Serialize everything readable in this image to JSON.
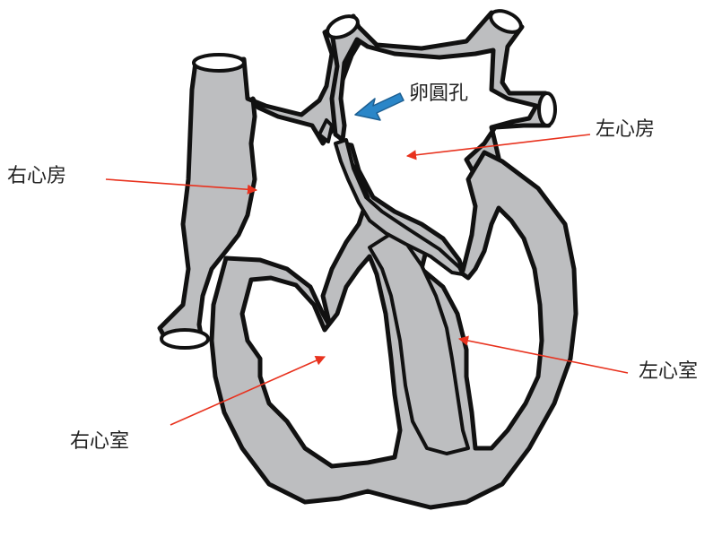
{
  "labels": {
    "right_atrium": "右心房",
    "left_atrium": "左心房",
    "foramen_ovale": "卵圓孔",
    "right_ventricle": "右心室",
    "left_ventricle": "左心室"
  },
  "colors": {
    "background": "#ffffff",
    "wall_gray": "#bdbec0",
    "outline": "#111111",
    "pointer_red": "#e8321e",
    "foramen_arrow_blue": "#2a86c8",
    "text": "#222222"
  }
}
